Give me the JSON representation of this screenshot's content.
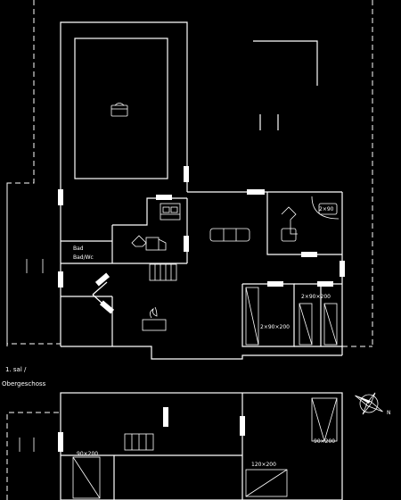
{
  "floor_label": "1. sal /",
  "floor_label_2": "Obergeschoss",
  "labels": {
    "storage_bath": "Bad",
    "storage_bath_2": "Bad/Wc",
    "bed_top": "2×90",
    "bed_right": "2×90×200",
    "bed_mid": "2×90×200",
    "bed_upper_left": "90×200",
    "bed_upper_mid": "120×200",
    "bed_upper_right": "90×200"
  },
  "compass": {
    "north": "N"
  },
  "colors": {
    "background": "#000000",
    "lines": "#ffffff"
  }
}
